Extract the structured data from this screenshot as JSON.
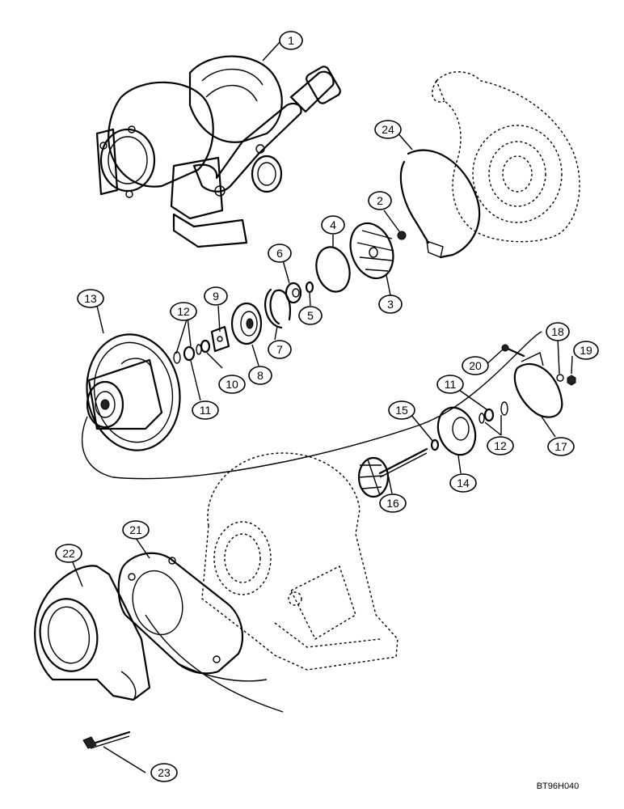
{
  "drawing_code": "BT96H040",
  "callouts": [
    "1",
    "2",
    "3",
    "4",
    "5",
    "6",
    "7",
    "8",
    "9",
    "10",
    "11",
    "12",
    "13",
    "14",
    "15",
    "16",
    "17",
    "18",
    "19",
    "20",
    "21",
    "22",
    "23",
    "24",
    "11",
    "12",
    "12"
  ]
}
